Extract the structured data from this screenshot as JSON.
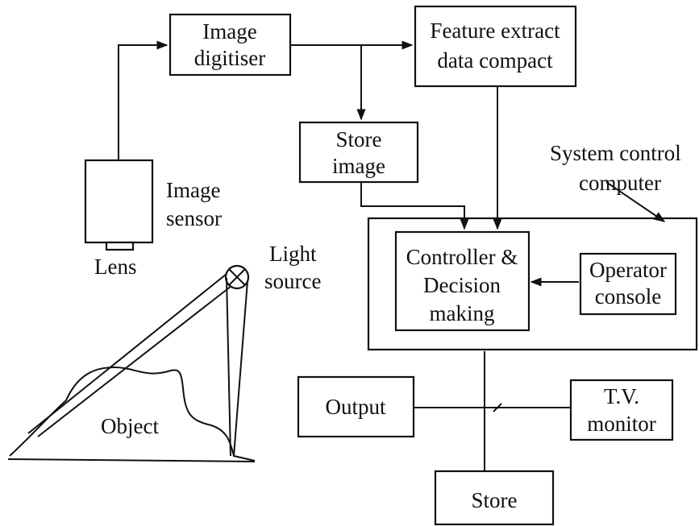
{
  "blocks": {
    "image_digitiser": [
      "Image",
      "digitiser"
    ],
    "feature_extract": [
      "Feature extract",
      "data compact"
    ],
    "store_image": [
      "Store",
      "image"
    ],
    "controller": [
      "Controller &",
      "Decision",
      "making"
    ],
    "operator_console": [
      "Operator",
      "console"
    ],
    "output": "Output",
    "tv_monitor": [
      "T.V.",
      "monitor"
    ],
    "store": "Store"
  },
  "labels": {
    "system_control": [
      "System control",
      "computer"
    ],
    "image_sensor": [
      "Image",
      "sensor"
    ],
    "lens": "Lens",
    "light_source": [
      "Light",
      "source"
    ],
    "object": "Object"
  }
}
